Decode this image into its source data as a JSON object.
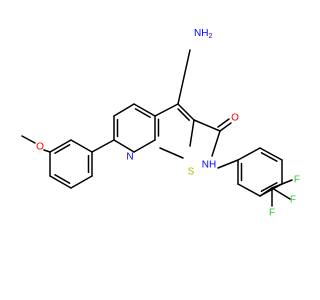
{
  "colors": {
    "bond": "#000000",
    "nitrogen": "#0000ff",
    "oxygen": "#ff0000",
    "sulfur": "#b8b800",
    "fluorine": "#33cc33",
    "background": "#ffffff"
  },
  "atom_labels": {
    "nh2": "NH",
    "nh2_sub": "2",
    "amide_o": "O",
    "ring_s": "S",
    "pyridine_n": "N",
    "amide_nh": "NH",
    "ether_o": "O",
    "f1": "F",
    "f2": "F",
    "f3": "F"
  }
}
